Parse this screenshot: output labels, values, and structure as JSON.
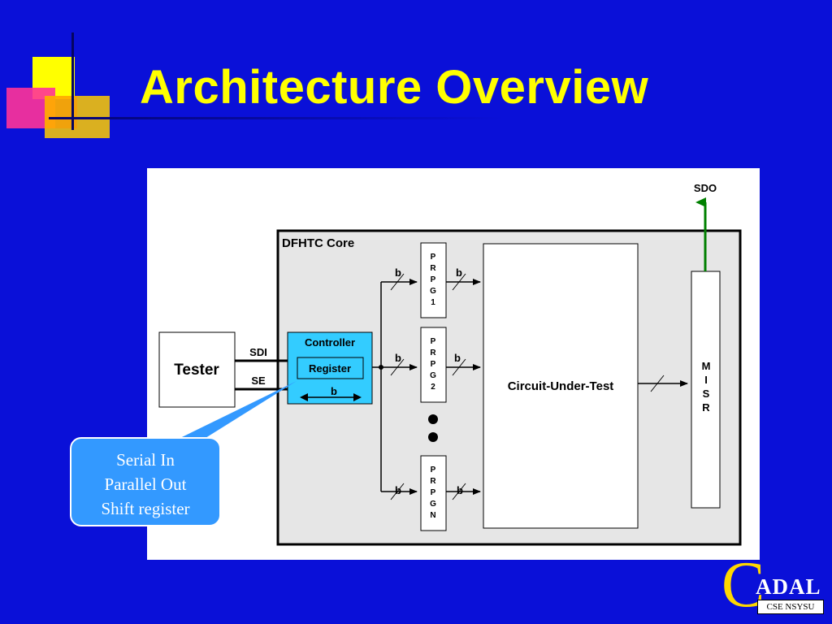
{
  "slide": {
    "title": "Architecture Overview"
  },
  "diagram": {
    "core_label": "DFHTC Core",
    "tester": {
      "label": "Tester"
    },
    "signals": {
      "sdi": "SDI",
      "se": "SE",
      "sdo": "SDO"
    },
    "controller": {
      "title": "Controller",
      "register": "Register",
      "width_label": "b"
    },
    "prpg_blocks": [
      {
        "letters": [
          "P",
          "R",
          "P",
          "G",
          "1"
        ],
        "in_label": "b",
        "out_label": "b"
      },
      {
        "letters": [
          "P",
          "R",
          "P",
          "G",
          "2"
        ],
        "in_label": "b",
        "out_label": "b"
      },
      {
        "letters": [
          "P",
          "R",
          "P",
          "G",
          "N"
        ],
        "in_label": "b",
        "out_label": "b"
      }
    ],
    "cut": {
      "label": "Circuit-Under-Test"
    },
    "misr": {
      "letters": [
        "M",
        "I",
        "S",
        "R"
      ]
    }
  },
  "callout": {
    "lines": [
      "Serial In",
      "Parallel Out",
      "Shift register"
    ]
  },
  "logo": {
    "initial": "C",
    "name": "ADAL",
    "subtitle": "CSE NSYSU"
  },
  "colors": {
    "background": "#0a10d8",
    "title": "#ffff00",
    "controller_fill": "#33ccff",
    "core_fill": "#e6e6e6",
    "sdo_arrow": "#008000",
    "callout_fill": "#3399ff"
  }
}
